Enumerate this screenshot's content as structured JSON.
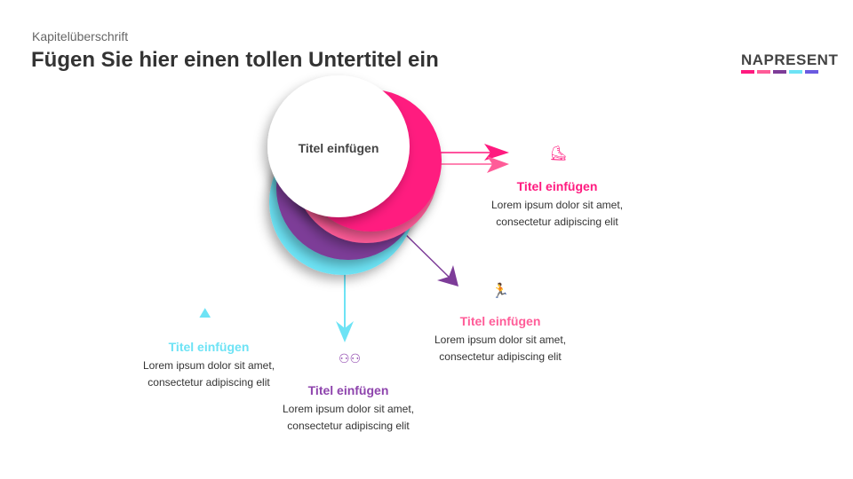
{
  "header": {
    "chapter": "Kapitelüberschrift",
    "subtitle": "Fügen Sie hier einen tollen Untertitel ein"
  },
  "logo": {
    "text": "NAPRESENT",
    "colors": [
      "#ff1a7f",
      "#ff5c98",
      "#7d3c98",
      "#6de3f5",
      "#6a5ae0"
    ]
  },
  "center": {
    "label": "Titel einfügen"
  },
  "items": [
    {
      "title": "Titel einfügen",
      "text1": "Lorem ipsum dolor sit amet,",
      "text2": "consectetur adipiscing elit",
      "color": "#ff1a7f",
      "icon": "skater-icon"
    },
    {
      "title": "Titel einfügen",
      "text1": "Lorem ipsum dolor sit amet,",
      "text2": "consectetur adipiscing elit",
      "color": "#ff5c98",
      "icon": "hurdler-icon"
    },
    {
      "title": "Titel einfügen",
      "text1": "Lorem ipsum dolor sit amet,",
      "text2": "consectetur adipiscing elit",
      "color": "#8e44ad",
      "icon": "meeting-icon"
    },
    {
      "title": "Titel einfügen",
      "text1": "Lorem ipsum dolor sit amet,",
      "text2": "consectetur adipiscing elit",
      "color": "#6de3f5",
      "icon": "road-icon"
    }
  ]
}
